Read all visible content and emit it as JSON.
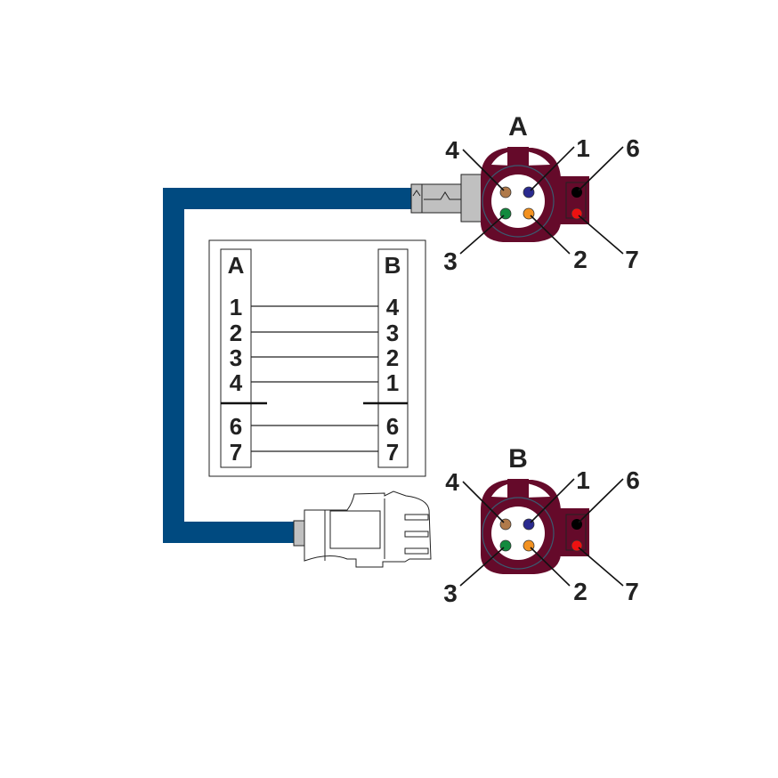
{
  "connector_a": {
    "title": "A",
    "pins": {
      "p1": "1",
      "p2": "2",
      "p3": "3",
      "p4": "4",
      "p6": "6",
      "p7": "7"
    }
  },
  "connector_b": {
    "title": "B",
    "pins": {
      "p1": "1",
      "p2": "2",
      "p3": "3",
      "p4": "4",
      "p6": "6",
      "p7": "7"
    }
  },
  "wiring_table": {
    "header_a": "A",
    "header_b": "B",
    "rows": [
      {
        "a": "1",
        "b": "4"
      },
      {
        "a": "2",
        "b": "3"
      },
      {
        "a": "3",
        "b": "2"
      },
      {
        "a": "4",
        "b": "1"
      },
      {
        "a": "6",
        "b": "6"
      },
      {
        "a": "7",
        "b": "7"
      }
    ]
  },
  "colors": {
    "cable": "#004a80",
    "housing": "#650a2a",
    "pin1": "#2a2a8f",
    "pin2": "#f39221",
    "pin3": "#138a3e",
    "pin4": "#b07a4a",
    "pin6": "#000000",
    "pin7": "#ee1111"
  }
}
